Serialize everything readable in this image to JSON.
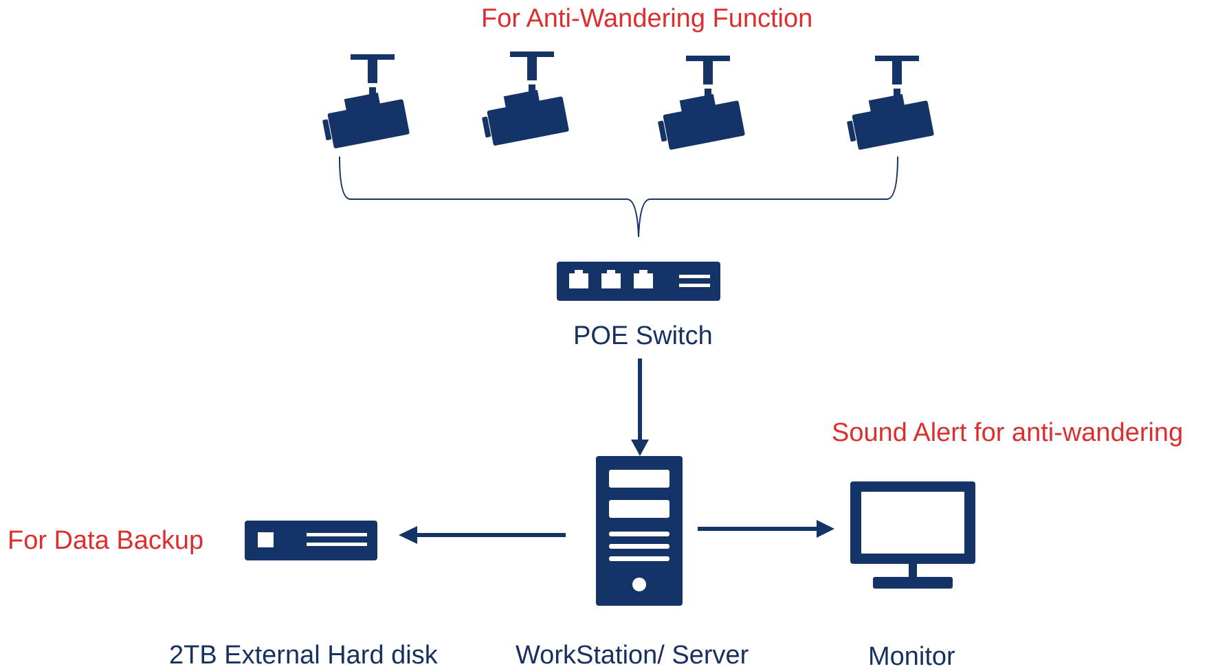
{
  "colors": {
    "device": "#143366",
    "annotation": "#dc2e2e",
    "label": "#16305f",
    "background": "#ffffff"
  },
  "labels": {
    "cameras_note": "For Anti-Wandering Function",
    "switch": "POE Switch",
    "alert_note": "Sound Alert for anti-wandering",
    "backup_note": "For Data Backup",
    "hard_disk": "2TB External  Hard disk",
    "server": "WorkStation/ Server",
    "monitor": "Monitor"
  },
  "icons": {
    "camera": "cctv-camera-icon",
    "switch": "network-switch-icon",
    "server": "server-tower-icon",
    "hard_disk": "external-hard-disk-icon",
    "monitor": "monitor-icon"
  }
}
